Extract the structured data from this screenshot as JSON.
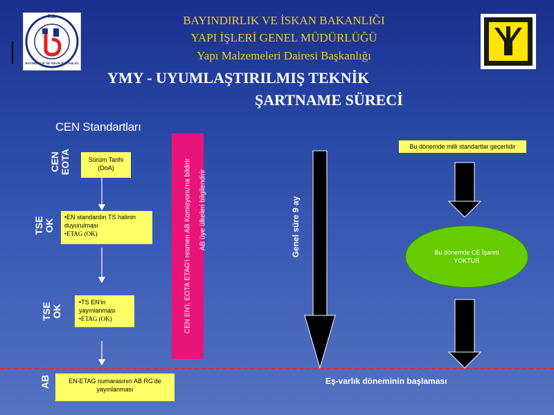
{
  "header": {
    "line1": "BAYINDIRLIK VE İSKAN BAKANLIĞI",
    "line2": "YAPI İŞLERİ GENEL MÜDÜRLÜĞÜ",
    "line3": "Yapı Malzemeleri Dairesi Başkanlığı",
    "title_a": "YMY -  UYUMLAŞTIRILMIŞ TEKNİK",
    "title_b": "ŞARTNAME SÜRECİ"
  },
  "logo_left": {
    "top_text": "T.C.",
    "ring_text": "BAYINDIRLIK VE İSKAN BAKANLIĞI"
  },
  "section_title": "CEN Standartları",
  "rows": [
    {
      "label": "CEN\nEOTA",
      "box_lines": [
        "Sürüm Tarihi",
        "(DoA)"
      ]
    },
    {
      "label": "TSE\nOK",
      "box_lines": [
        "•EN standardın TS    halinin",
        "duyurulması",
        "•ETAG (OK)"
      ]
    },
    {
      "label": "TSE\nOK",
      "box_lines": [
        "•TS EN'in",
        "yayınlanması",
        "•ETAG (OK)"
      ]
    },
    {
      "label": "AB",
      "box_lines": [
        "EN-ETAG numarasının AB RG'de",
        "yayınlanması"
      ]
    }
  ],
  "pink_bar": {
    "line1": "CEN EN'i, EOTA ETAG'i resmen AB Komisyonu'na bildirir",
    "line2": "AB üye ülkeleri bilgilendirir"
  },
  "duration_label": "Genel süre 9 ay",
  "right_box": "Bu dönemde milli standartlar geçerlidir",
  "ellipse": {
    "line1": "Bu dönemde CE İşareti",
    "line2": "YOKTUR"
  },
  "bottom_label": "Eş-varlık döneminin başlaması",
  "colors": {
    "heading": "#f2cc33",
    "yellow_box": "#ffff66",
    "pink": "#e8147a",
    "green": "#66cc00",
    "dash": "#ff2222"
  }
}
